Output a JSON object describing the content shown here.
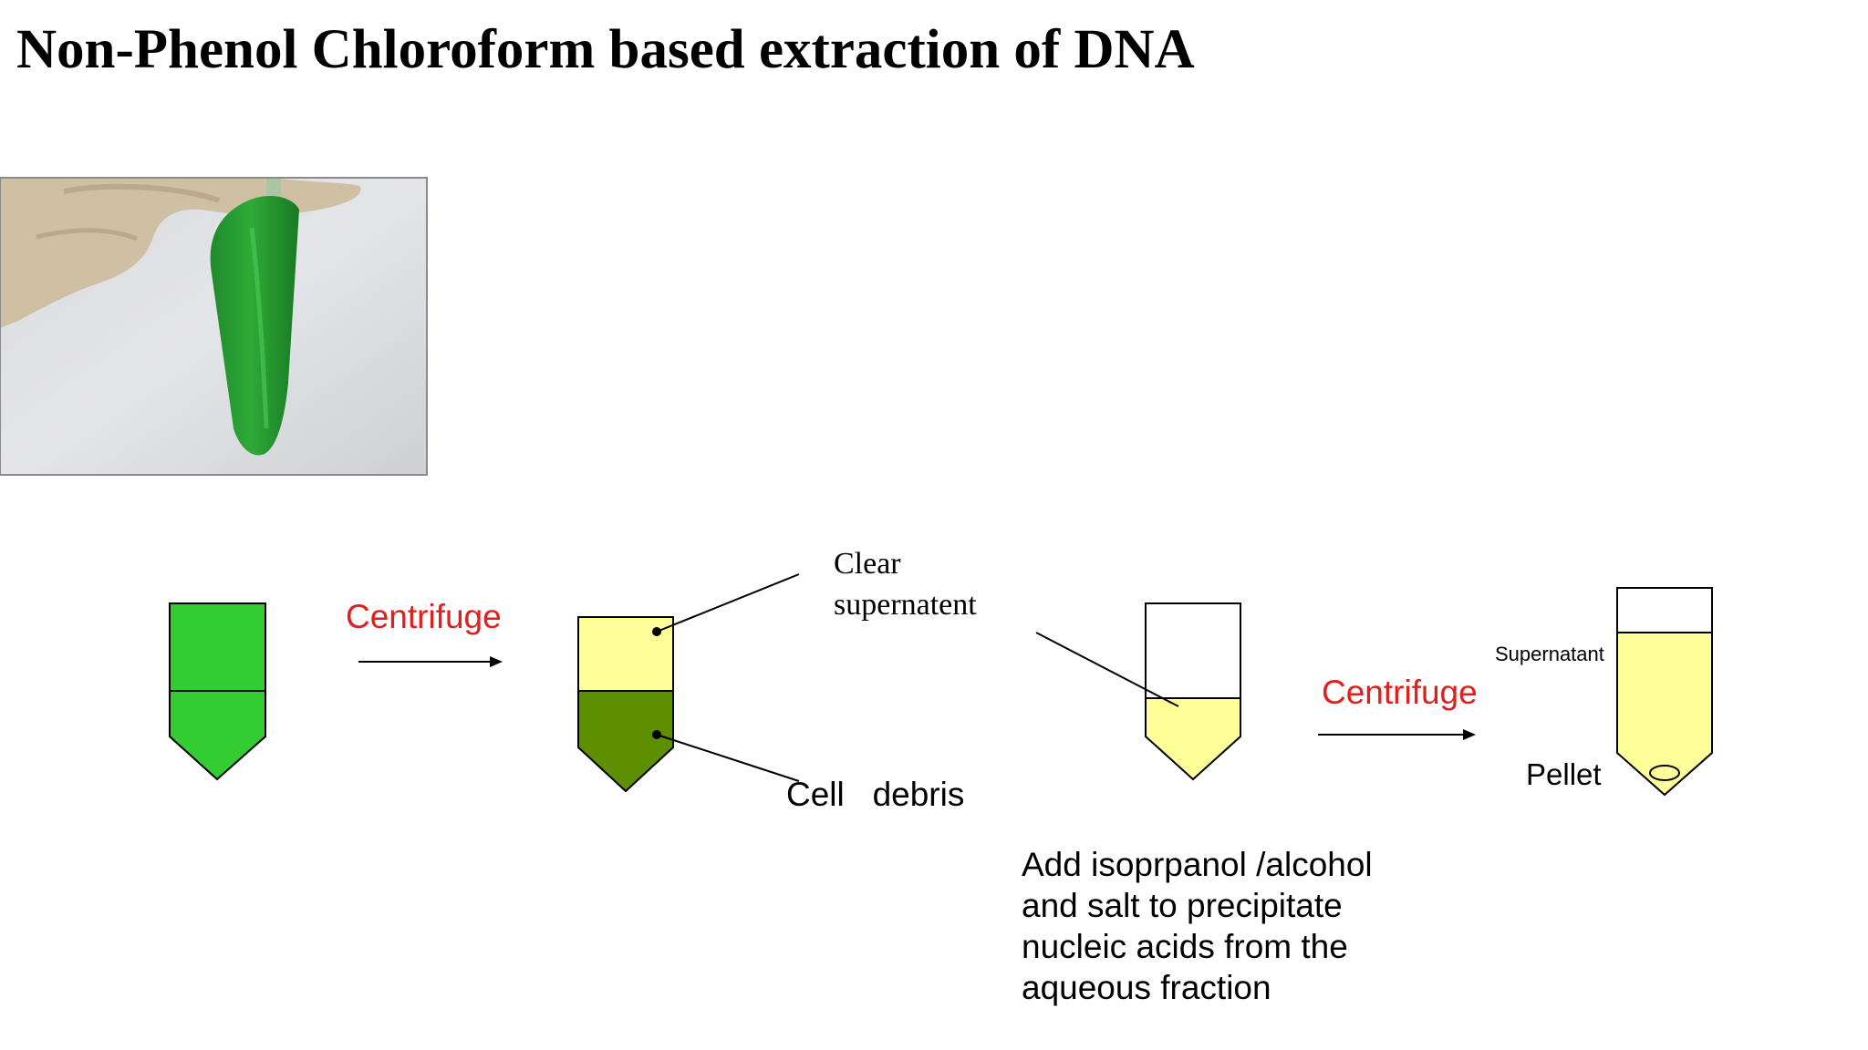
{
  "slide": {
    "title": "Non-Phenol Chloroform based extraction of DNA"
  },
  "photo": {
    "subject": "gloved hand holding a tube of green lysate"
  },
  "labels": {
    "centrifuge_1": "Centrifuge",
    "centrifuge_2": "Centrifuge",
    "clear_line1": "Clear",
    "clear_line2": "supernatent",
    "cell_debris": "Cell   debris",
    "supernatant": "Supernatant",
    "pellet": "Pellet",
    "instruction": [
      "Add isoprpanol /alcohol",
      "and salt to precipitate",
      "nucleic acids from the",
      "aqueous fraction"
    ]
  },
  "colors": {
    "lysate_green": "#33cc33",
    "supernatant_yellow": "#ffff99",
    "debris_green": "#5e8f00",
    "label_red": "#e0201c",
    "outline": "#000000"
  }
}
